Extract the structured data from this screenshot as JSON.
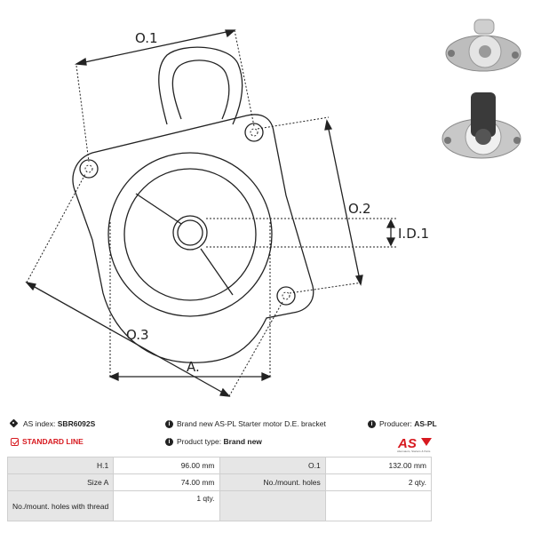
{
  "dimensions": {
    "o1": "O.1",
    "o2": "O.2",
    "o3": "O.3",
    "id1": "I.D.1",
    "a": "A."
  },
  "info": {
    "as_index_label": "AS index:",
    "as_index_value": "SBR6092S",
    "standard_line": "STANDARD LINE",
    "description": "Brand new AS-PL Starter motor D.E. bracket",
    "product_type_label": "Product type:",
    "product_type_value": "Brand new",
    "producer_label": "Producer:",
    "producer_value": "AS-PL"
  },
  "logo": {
    "text": "AS",
    "tagline": "Alternators, Starters & Parts"
  },
  "specs": [
    {
      "k1": "H.1",
      "v1": "96.00 mm",
      "k2": "O.1",
      "v2": "132.00 mm"
    },
    {
      "k1": "Size A",
      "v1": "74.00 mm",
      "k2": "No./mount. holes",
      "v2": "2 qty."
    },
    {
      "k1": "No./mount. holes with thread",
      "v1": "1 qty.",
      "k2": "",
      "v2": ""
    }
  ],
  "colors": {
    "accent_red": "#d7191f",
    "line": "#222222",
    "table_header_bg": "#e6e6e6"
  },
  "icons": [
    "tag-icon",
    "info-icon",
    "check-icon"
  ]
}
